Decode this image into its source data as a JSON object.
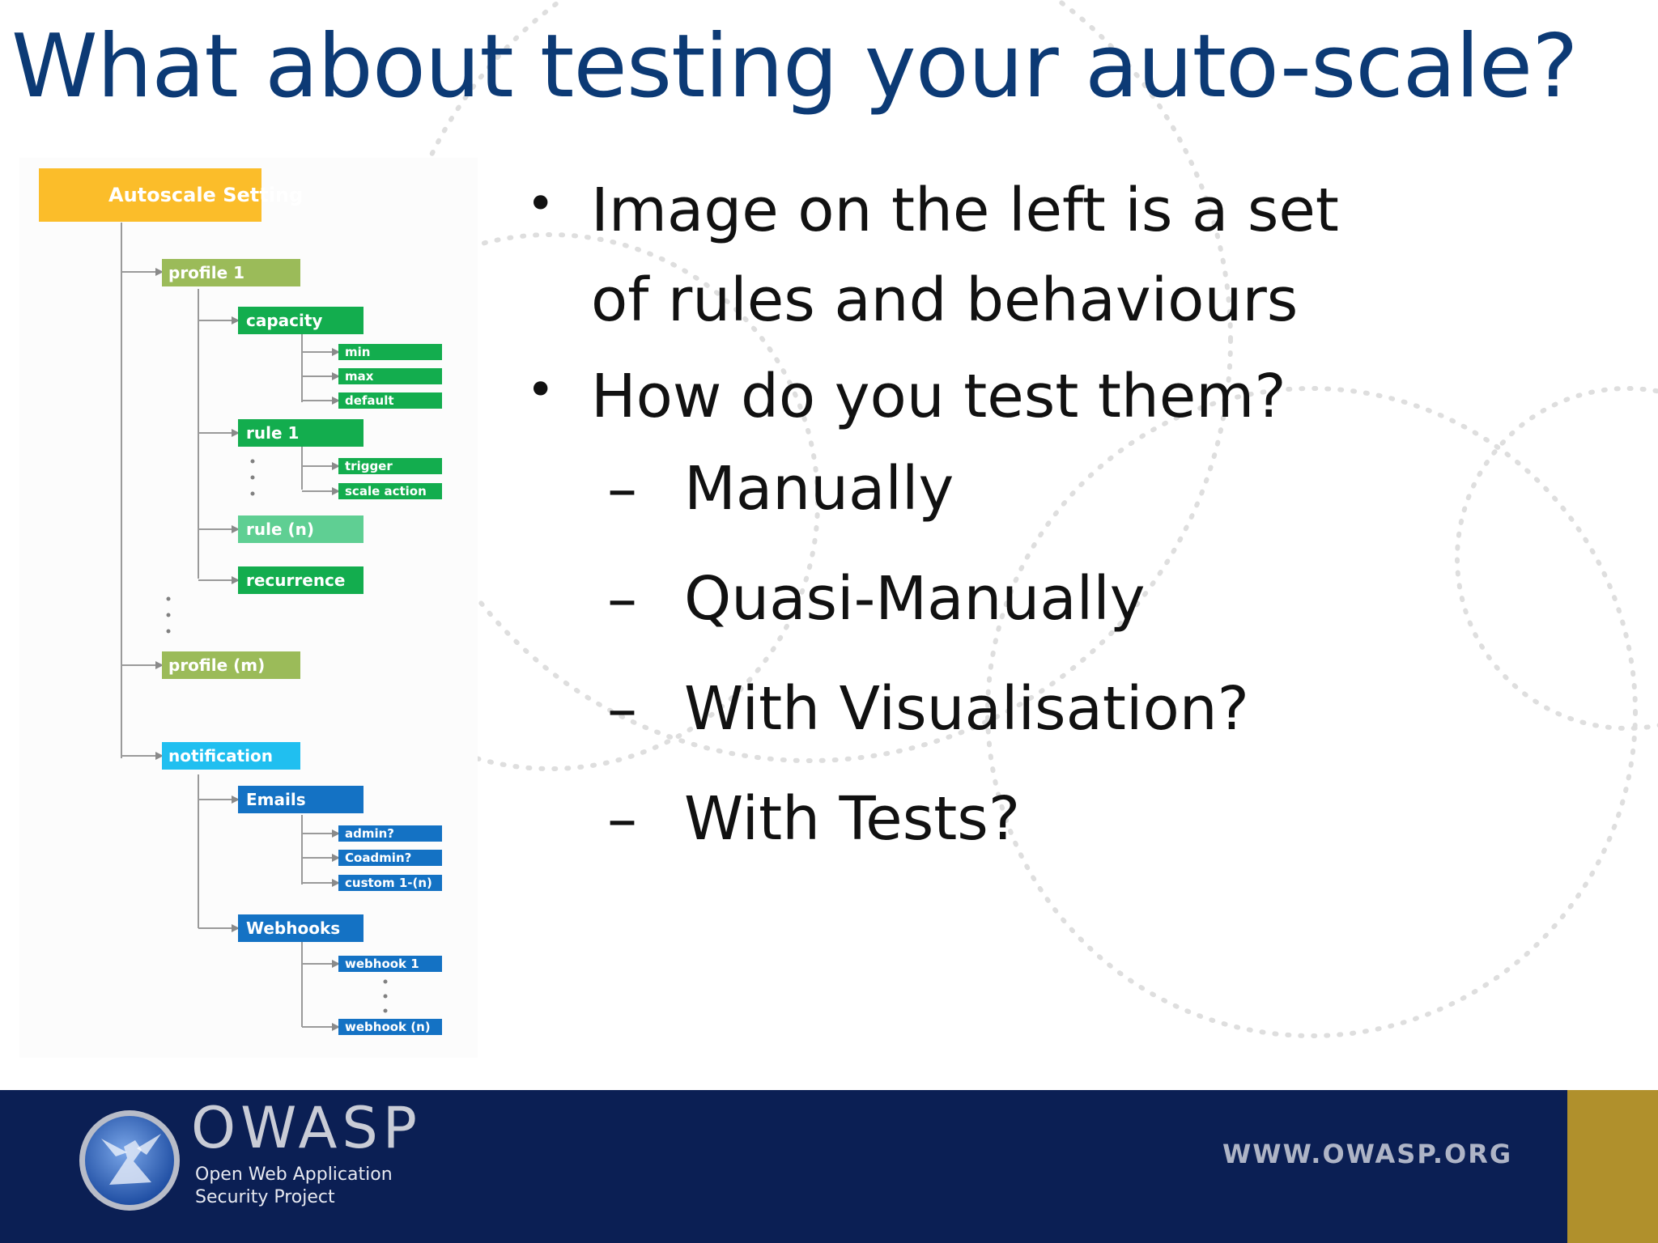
{
  "slide": {
    "title": "What about testing your auto-scale?"
  },
  "diagram": {
    "root": "Autoscale Setting",
    "profile_1": "profile 1",
    "capacity": "capacity",
    "min": "min",
    "max": "max",
    "default": "default",
    "rule_1": "rule 1",
    "trigger": "trigger",
    "scale_action": "scale action",
    "rule_n": "rule (n)",
    "recurrence": "recurrence",
    "profile_m": "profile (m)",
    "notification": "notification",
    "emails": "Emails",
    "admin": "admin?",
    "coadmin": "Coadmin?",
    "custom": "custom 1-(n)",
    "webhooks": "Webhooks",
    "webhook_1": "webhook 1",
    "webhook_n": "webhook (n)",
    "colors": {
      "root": "#fbbd2a",
      "profile": "#9bbb59",
      "capacity": "#13ad4e",
      "rule_n": "#5fcf93",
      "notification": "#20bff0",
      "email_group": "#1472c4"
    }
  },
  "bullets": [
    {
      "mark": "•",
      "text": "Image on the left is a set of rules and behaviours"
    },
    {
      "mark": "•",
      "text": "How do you test them?"
    }
  ],
  "sub_bullets": [
    {
      "mark": "–",
      "text": "Manually"
    },
    {
      "mark": "–",
      "text": "Quasi-Manually"
    },
    {
      "mark": "–",
      "text": "With Visualisation?"
    },
    {
      "mark": "–",
      "text": "With Tests?"
    }
  ],
  "footer": {
    "logo_word": "OWASP",
    "logo_line_1": "Open Web Application",
    "logo_line_2": "Security Project",
    "url": "WWW.OWASP.ORG",
    "background": "#0b1f54",
    "accent": "#b0902c"
  },
  "theme": {
    "title_color": "#0c3a75",
    "text_color": "#111111"
  }
}
